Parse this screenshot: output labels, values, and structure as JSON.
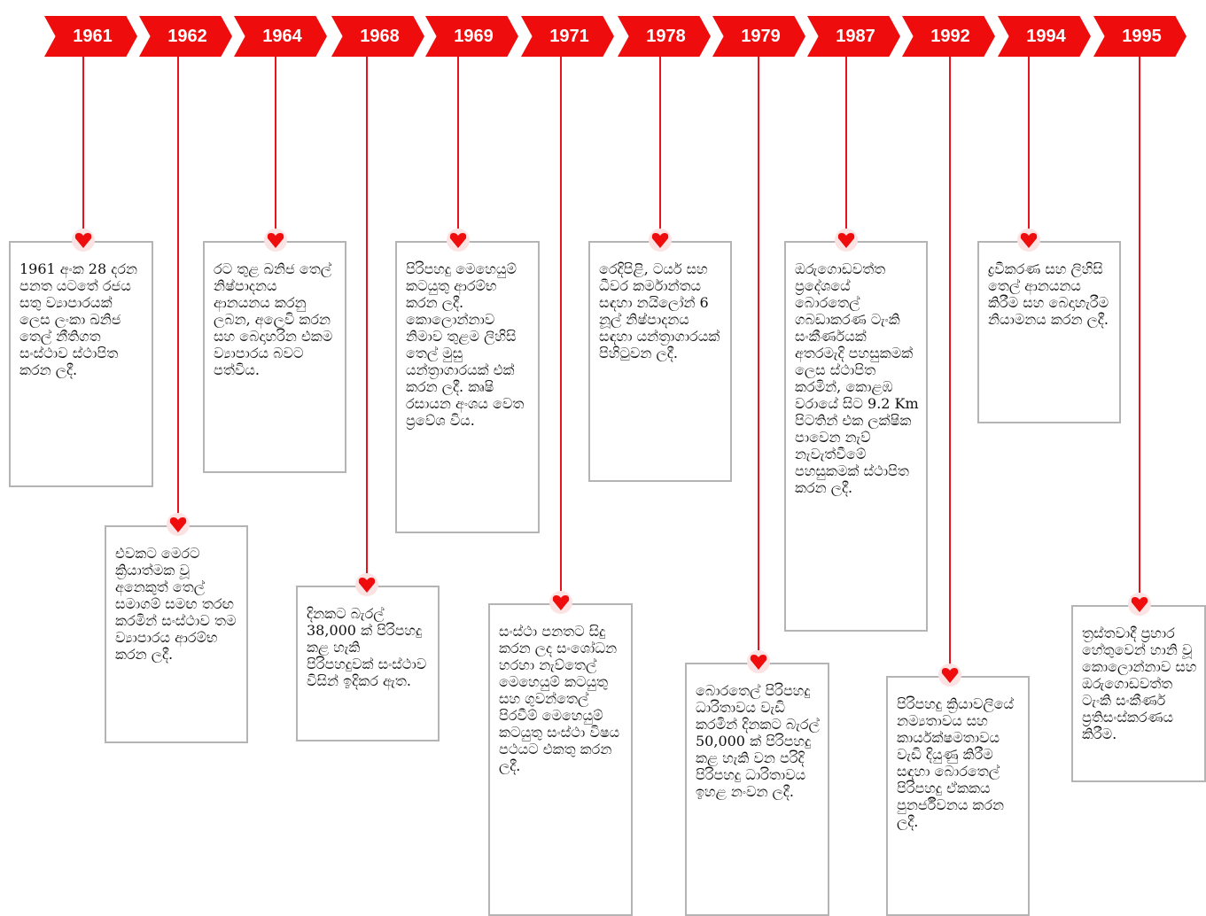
{
  "years": [
    "1961",
    "1962",
    "1964",
    "1968",
    "1969",
    "1971",
    "1978",
    "1979",
    "1987",
    "1992",
    "1994",
    "1995"
  ],
  "events": [
    {
      "year": "1961",
      "text": "1961 අංක 28 දරන පනත යටතේ රජය සතු ව්‍යාපාරයක් ලෙස ලංකා ඛනිජ තෙල් නීතිගත සංස්ථාව ස්ථාපිත කරන ලදී."
    },
    {
      "year": "1962",
      "text": "එවකට මෙරට ක්‍රියාත්මක වූ අනෙකුත් තෙල් සමාගම් සමඟ තරඟ කරමින් සංස්ථාව තම ව්‍යාපාරය ආරම්භ කරන ලදී."
    },
    {
      "year": "1964",
      "text": "රට තුළ ඛනිජ තෙල් නිෂ්පාදනය ආනයනය කරනු ලබන, අලෙවි කරන සහ බෙදාහරින එකම ව්‍යාපාරය බවට පත්විය."
    },
    {
      "year": "1968",
      "text": "දිනකට බැරල් 38,000 ක් පිරිපහදු කළ හැකි පිරිපහදුවක් සංස්ථාව විසින් ඉදිකර ඇත."
    },
    {
      "year": "1969",
      "text": "පිරිපහදු මෙහෙයුම් කටයුතු ආරම්භ කරන ලදී. කොලොන්නාව නිමාව තුළම ලිහිසි තෙල් මුසු යන්ත්‍රාගාරයක් එක් කරන ලදී. කෘෂි රසායන අංශය වෙත ප්‍රවේශ විය."
    },
    {
      "year": "1971",
      "text": "සංස්ථා පනතට සිදු කරන ලද සංශෝධන හරහා නැව්තෙල් මෙහෙයුම් කටයුතු සහ ගුවන්තෙල් පිරවීම් මෙහෙයුම් කටයුතු සංස්ථා විෂය පථයට එකතු කරන ලදී."
    },
    {
      "year": "1978",
      "text": "රෙදිපිළි, ටයර් සහ ධීවර කර්මාන්තය සඳහා නයිලෝන් 6 නූල් නිෂ්පාදනය සඳහා යන්ත්‍රාගාරයක් පිහිටුවන ලදී."
    },
    {
      "year": "1979",
      "text": "බොරතෙල් පිරිපහදු ධාරිතාවය වැඩි කරමින් දිනකට බැරල් 50,000 ක් පිරිපහදු කළ හැකි වන පරිදි පිරිපහදු ධාරිතාවය ඉහළ නංවන ලදී."
    },
    {
      "year": "1987",
      "text": "ඔරුගොඩවත්ත ප්‍රදේශයේ බොරතෙල් ගබඩාකරණ ටැංකි සංකීර්ණයක් අතරමැදි පහසුකමක් ලෙස ස්ථාපිත කරමින්, කොළඹ වරායේ සිට 9.2 Km පිටතින් එක ලක්ෂික පාවෙන නැව් නැවැත්වීමේ පහසුකමක් ස්ථාපිත කරන ලදී."
    },
    {
      "year": "1992",
      "text": "පිරිපහදු ක්‍රියාවලියේ නම්‍යතාවය සහ කාර්යක්ෂමතාවය වැඩි දියුණු කිරීම සඳහා බොරතෙල් පිරිපහදු ඒකකය පුනර්ජීවනය කරන ලදී."
    },
    {
      "year": "1994",
      "text": "ද්‍රවීකරණ සහ ලිහිසි තෙල් ආනයනය කිරීම සහ බෙදාහැරීම නියාමනය කරන ලදී."
    },
    {
      "year": "1995",
      "text": "ත්‍රස්තවාදී ප්‍රහාර හේතුවෙන් හානි වූ කොලොන්නාව සහ ඔරුගොඩවත්ත ටැංකි සංකීර්ණ ප්‍රතිසංස්කරණය කිරීම."
    }
  ],
  "colors": {
    "accent": "#ee0c0c",
    "line": "#e8141c",
    "card_border": "#b4b4b4"
  },
  "icons": {
    "marker": "heart-icon"
  }
}
